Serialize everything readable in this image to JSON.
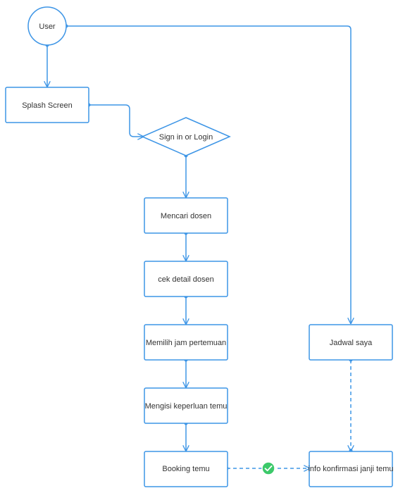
{
  "nodes": {
    "user": "User",
    "splash": "Splash Screen",
    "signin": "Sign in or Login",
    "mencari": "Mencari dosen",
    "cek": "cek detail dosen",
    "memilih": "Memilih jam pertemuan",
    "mengisi": "Mengisi keperluan temu",
    "booking": "Booking temu",
    "jadwal": "Jadwal saya",
    "info": "info konfirmasi janji temu"
  },
  "colors": {
    "stroke": "#3d95e6",
    "text": "#333333",
    "check_badge": "#3cc96a"
  },
  "icons": {
    "connector_badge": "check-circle-icon"
  }
}
